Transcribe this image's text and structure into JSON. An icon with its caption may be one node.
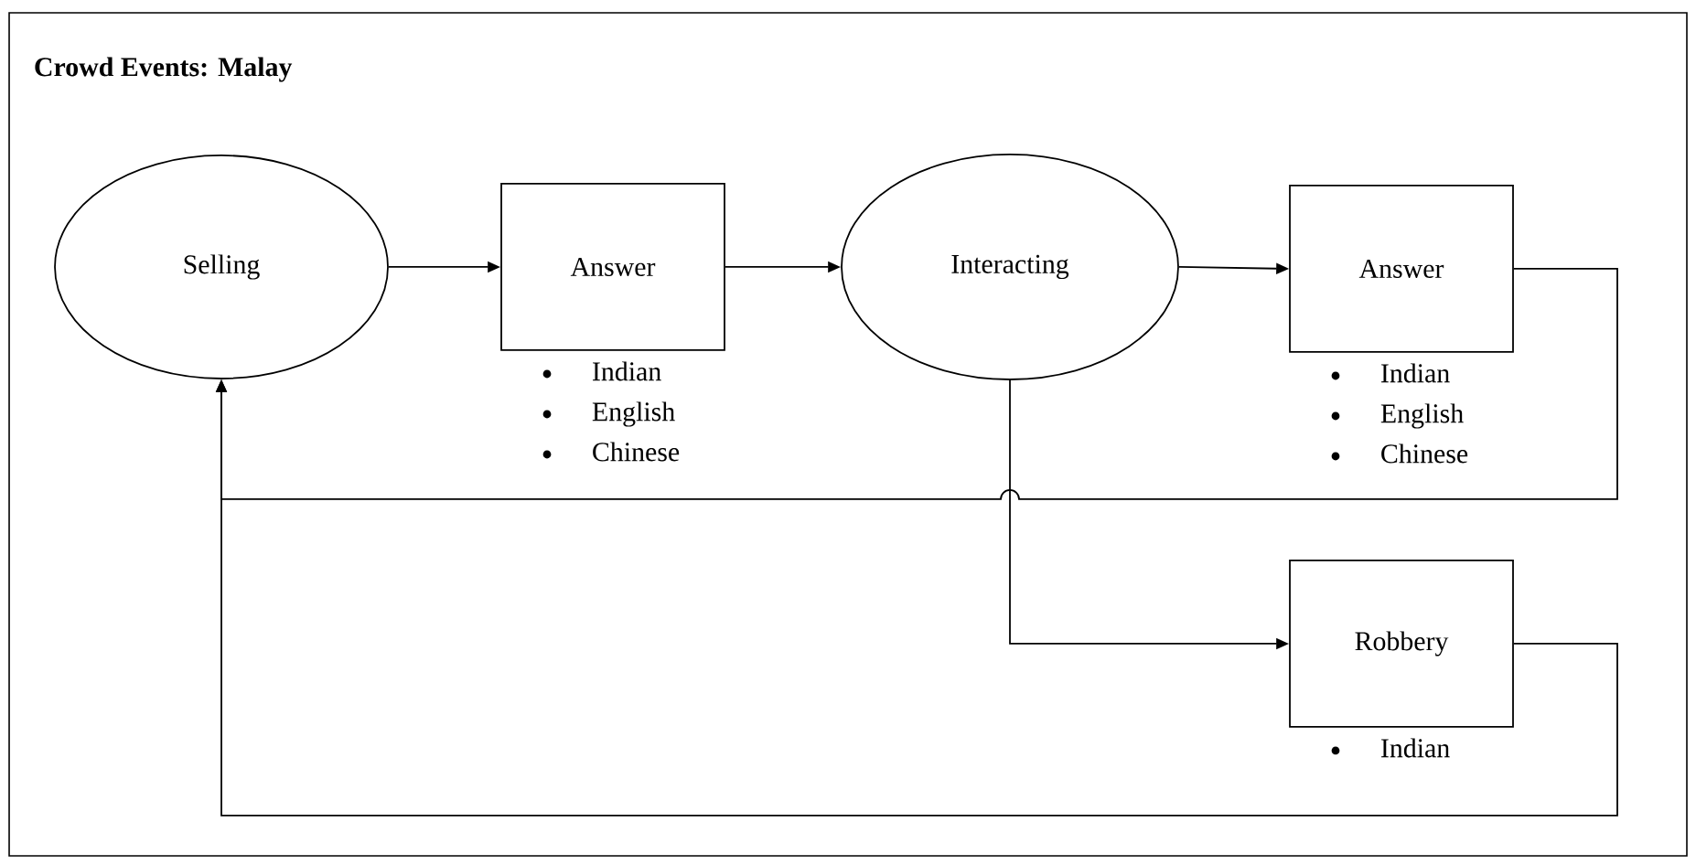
{
  "diagram": {
    "title": "Crowd Events: Malay",
    "nodes": [
      {
        "text": [
          "Selling"
        ]
      },
      {
        "text": [
          "Answer"
        ],
        "beside": [
          "Indian",
          "English",
          "Chinese"
        ]
      },
      {
        "text": [
          "Interacting"
        ]
      },
      {
        "text": [
          "Answer"
        ],
        "beside": [
          "Indian",
          "English",
          "Chinese"
        ]
      },
      {
        "text": [
          "Robbery"
        ],
        "beside": [
          "Indian"
        ]
      }
    ],
    "edges": [
      {
        "from": 0,
        "to": 1,
        "arrow": "to"
      },
      {
        "from": 1,
        "to": 2,
        "arrow": "to"
      },
      {
        "from": 2,
        "to": 3,
        "arrow": "to"
      },
      {
        "from": 3,
        "to": 0,
        "arrow": "to"
      },
      {
        "from": 2,
        "to": 4,
        "arrow": "to"
      },
      {
        "from": 4,
        "to": 0,
        "arrow": "to"
      }
    ]
  }
}
